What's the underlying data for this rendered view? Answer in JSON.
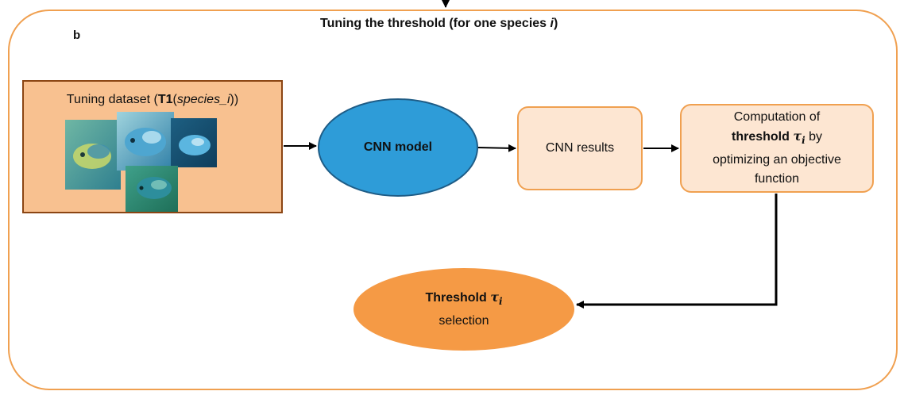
{
  "panel_label": "b",
  "title": {
    "text": "Tuning the threshold (for one species ",
    "var": "i",
    "close": ")"
  },
  "dataset": {
    "prefix": "Tuning dataset (",
    "bold": "T1",
    "paren_open": "(",
    "italic": "species_i",
    "suffix": "))"
  },
  "cnn_model": "CNN model",
  "cnn_results": "CNN results",
  "computation": {
    "line1": "Computation of",
    "bold": "threshold",
    "tau": "τ",
    "sub": "i",
    "rest": " by",
    "line3": "optimizing an objective",
    "line4": "function"
  },
  "threshold": {
    "bold": "Threshold",
    "tau": "τ",
    "sub": "i",
    "line2": "selection"
  },
  "colors": {
    "frame": "#F0A050",
    "dataset_fill": "#F8C190",
    "dataset_border": "#8B4513",
    "cnn_fill": "#2E9CD8",
    "results_fill": "#FDE6D2",
    "threshold_fill": "#F59A45"
  }
}
